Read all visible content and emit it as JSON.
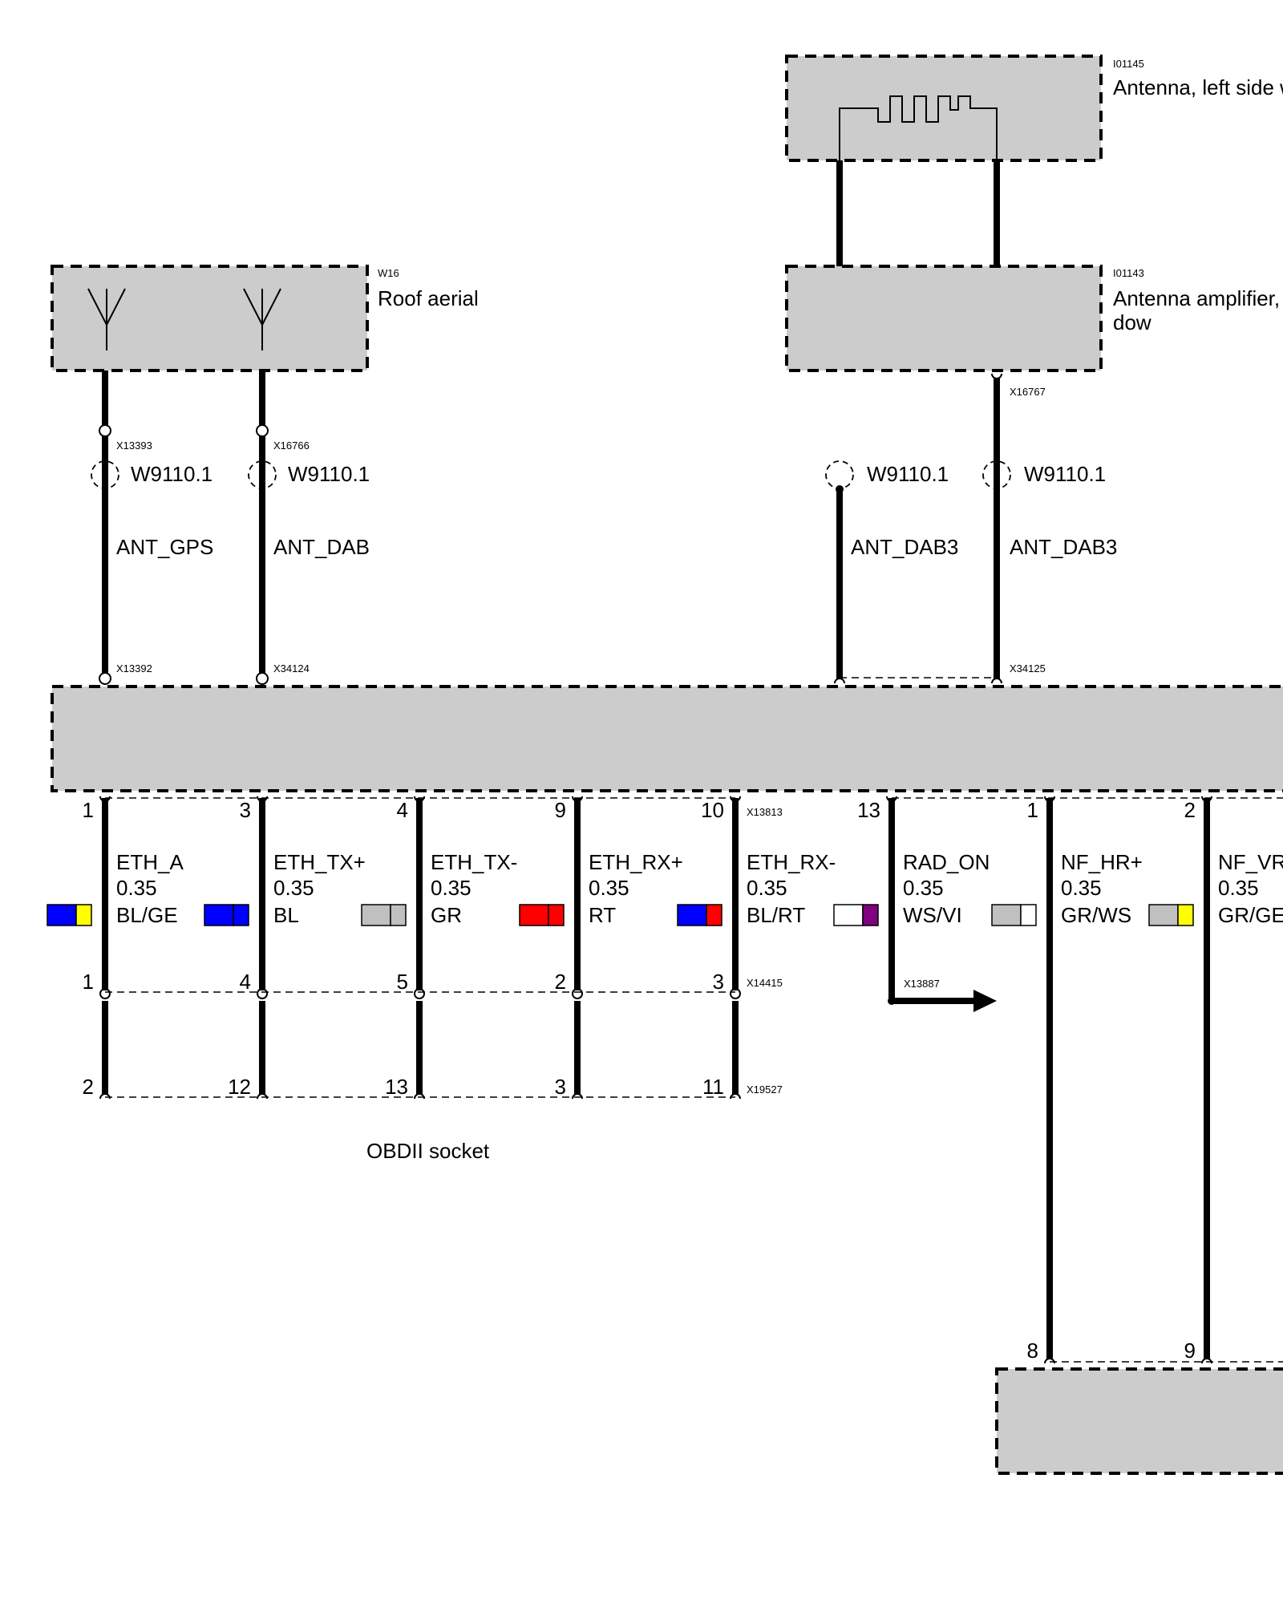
{
  "components": {
    "roof_aerial": {
      "id": "W16",
      "name": "Roof aerial"
    },
    "antenna_left": {
      "id": "I01145",
      "name": "Antenna, left side w"
    },
    "antenna_amp": {
      "id": "I01143",
      "name_line1": "Antenna amplifier,",
      "name_line2": "dow"
    },
    "obd_socket": {
      "name": "OBDII socket"
    }
  },
  "connectors": {
    "x13393": "X13393",
    "x16766": "X16766",
    "x16767": "X16767",
    "x13392": "X13392",
    "x34124": "X34124",
    "x34125": "X34125",
    "x13813": "X13813",
    "x14415": "X14415",
    "x19527": "X19527",
    "x13887": "X13887"
  },
  "shield_wire": "W9110.1",
  "antenna_wires": [
    "ANT_GPS",
    "ANT_DAB",
    "ANT_DAB3",
    "ANT_DAB3"
  ],
  "signal_wires": [
    {
      "name": "ETH_A",
      "gauge": "0.35",
      "color_code": "BL/GE",
      "colors": [
        "#0000ff",
        "#ffff00"
      ],
      "pin_top": "1",
      "pin_mid": "1",
      "pin_bot": "2"
    },
    {
      "name": "ETH_TX+",
      "gauge": "0.35",
      "color_code": "BL",
      "colors": [
        "#0000ff",
        "#0000ff"
      ],
      "pin_top": "3",
      "pin_mid": "4",
      "pin_bot": "12"
    },
    {
      "name": "ETH_TX-",
      "gauge": "0.35",
      "color_code": "GR",
      "colors": [
        "#c0c0c0",
        "#c0c0c0"
      ],
      "pin_top": "4",
      "pin_mid": "5",
      "pin_bot": "13"
    },
    {
      "name": "ETH_RX+",
      "gauge": "0.35",
      "color_code": "RT",
      "colors": [
        "#ff0000",
        "#ff0000"
      ],
      "pin_top": "9",
      "pin_mid": "2",
      "pin_bot": "3"
    },
    {
      "name": "ETH_RX-",
      "gauge": "0.35",
      "color_code": "BL/RT",
      "colors": [
        "#0000ff",
        "#ff0000"
      ],
      "pin_top": "10",
      "pin_mid": "3",
      "pin_bot": "11"
    },
    {
      "name": "RAD_ON",
      "gauge": "0.35",
      "color_code": "WS/VI",
      "colors": [
        "#ffffff",
        "#800080"
      ],
      "pin_top": "13"
    },
    {
      "name": "NF_HR+",
      "gauge": "0.35",
      "color_code": "GR/WS",
      "colors": [
        "#c0c0c0",
        "#ffffff"
      ],
      "pin_top": "1",
      "pin_bot": "8"
    },
    {
      "name": "NF_VR",
      "gauge": "0.35",
      "color_code": "GR/GE",
      "colors": [
        "#c0c0c0",
        "#ffff00"
      ],
      "pin_top": "2",
      "pin_bot": "9"
    }
  ]
}
